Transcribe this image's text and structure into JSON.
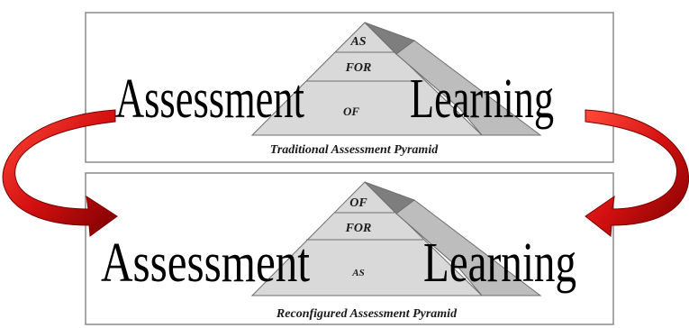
{
  "colors": {
    "pyramid_face": "#d9d9d9",
    "pyramid_side": "#9a9a9a",
    "pyramid_line": "#6e6e6e",
    "frame": "#8a8a8a",
    "arrow": "#cc1111",
    "arrow_dark": "#7a0000"
  },
  "top_panel": {
    "word_left": "Assessment",
    "word_right": "Learning",
    "tier_top": "AS",
    "tier_mid": "FOR",
    "tier_bottom": "OF",
    "caption": "Traditional Assessment Pyramid"
  },
  "bottom_panel": {
    "word_left": "Assessment",
    "word_right": "Learning",
    "tier_top": "OF",
    "tier_mid": "FOR",
    "tier_bottom": "AS",
    "caption": "Reconfigured Assessment Pyramid"
  },
  "arrows": {
    "left": "curved-arrow-down-right",
    "right": "curved-arrow-down-left"
  }
}
